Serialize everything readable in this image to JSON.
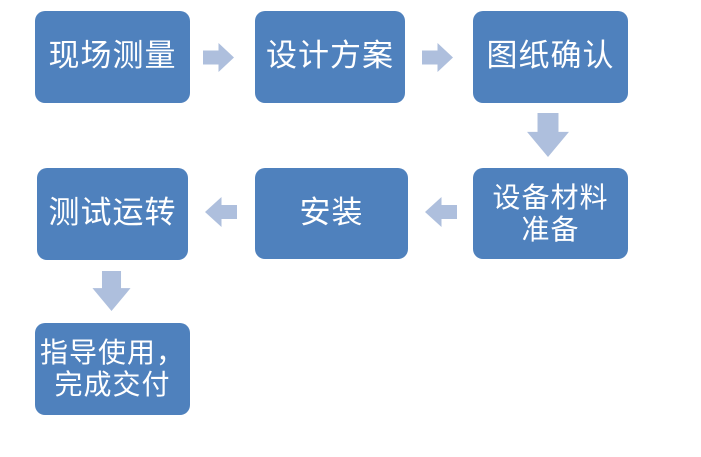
{
  "colors": {
    "page_bg": "#ffffff",
    "node_fill": "#4f81bd",
    "node_text": "#ffffff",
    "arrow_fill": "#aebfdd"
  },
  "flowchart": {
    "type": "process-flow",
    "nodes": [
      {
        "id": "site-measurement",
        "lines": [
          "现场测量"
        ]
      },
      {
        "id": "design-plan",
        "lines": [
          "设计方案"
        ]
      },
      {
        "id": "drawing-confirmation",
        "lines": [
          "图纸确认"
        ]
      },
      {
        "id": "equipment-preparation",
        "lines": [
          "设备材料",
          "准备"
        ]
      },
      {
        "id": "installation",
        "lines": [
          "安装"
        ]
      },
      {
        "id": "test-operation",
        "lines": [
          "测试运转"
        ]
      },
      {
        "id": "delivery",
        "lines": [
          "指导使用，",
          "完成交付"
        ]
      }
    ],
    "arrows": [
      {
        "direction": "right",
        "from": "site-measurement",
        "to": "design-plan"
      },
      {
        "direction": "right",
        "from": "design-plan",
        "to": "drawing-confirmation"
      },
      {
        "direction": "down",
        "from": "drawing-confirmation",
        "to": "equipment-preparation"
      },
      {
        "direction": "left",
        "from": "equipment-preparation",
        "to": "installation"
      },
      {
        "direction": "left",
        "from": "installation",
        "to": "test-operation"
      },
      {
        "direction": "down",
        "from": "test-operation",
        "to": "delivery"
      }
    ]
  }
}
